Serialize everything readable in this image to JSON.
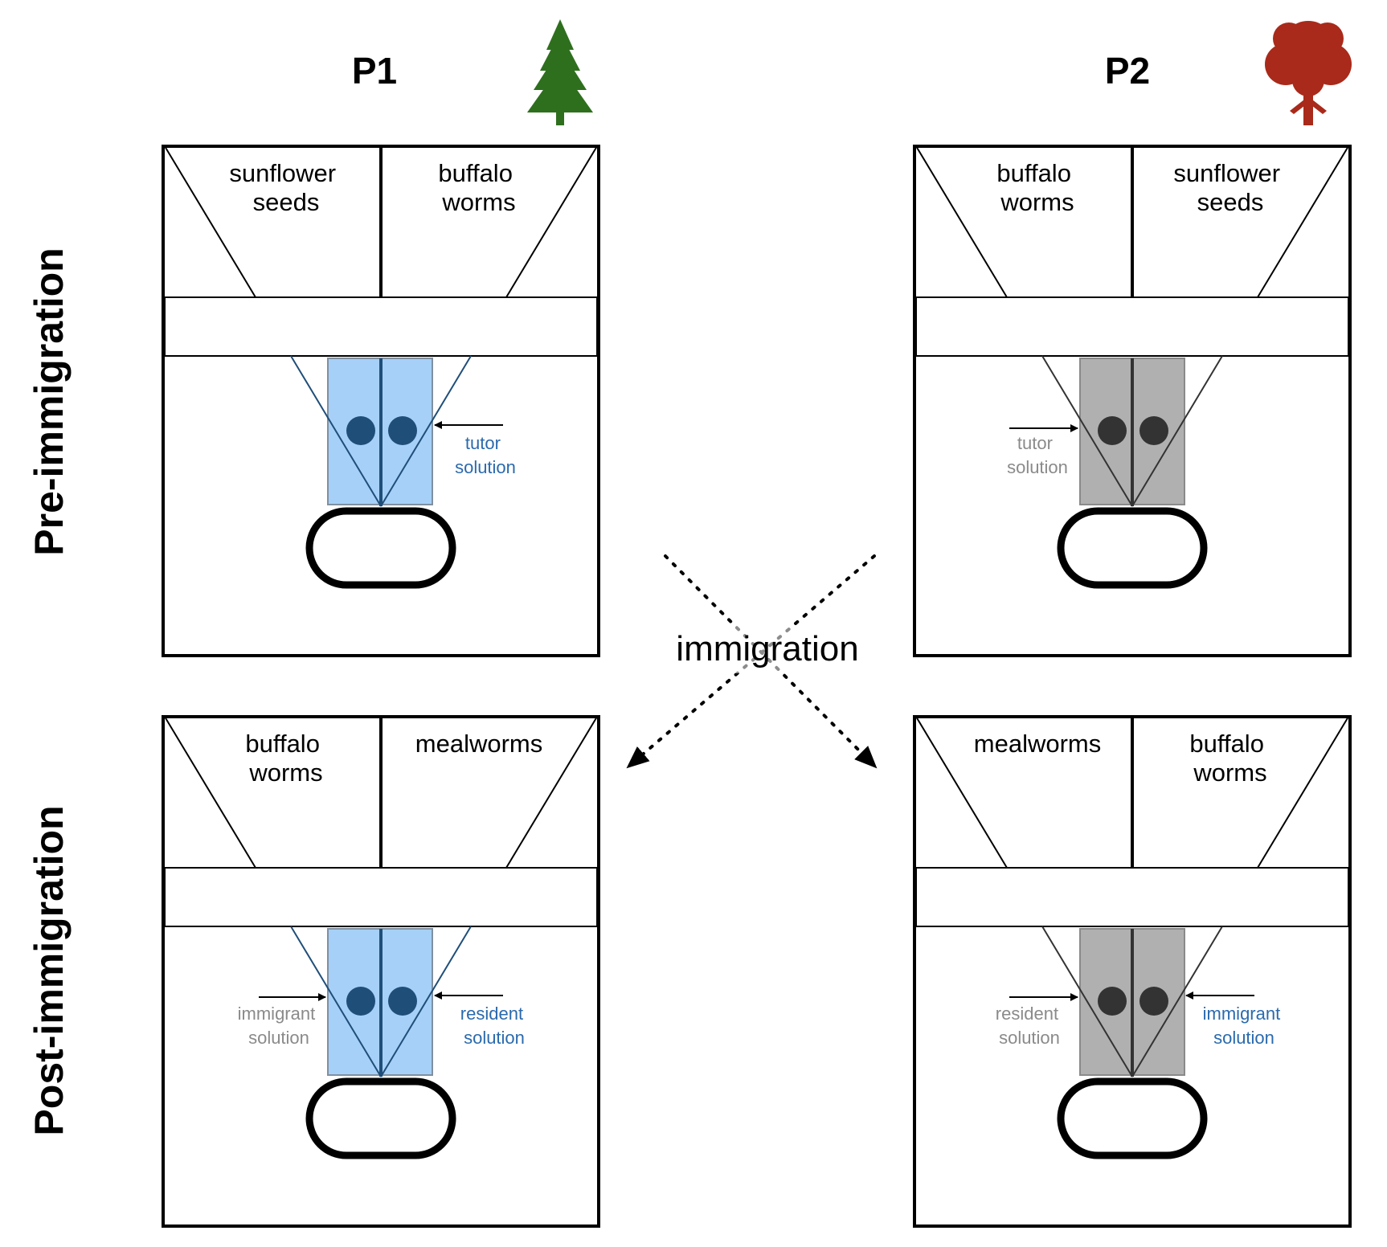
{
  "headers": {
    "p1": "P1",
    "p2": "P2"
  },
  "row_labels": {
    "pre": "Pre-immigration",
    "post": "Post-immigration"
  },
  "immigration_label": "immigration",
  "colors": {
    "blue_fill": "#a6d0f7",
    "blue_dark": "#1f4e79",
    "blue_text": "#2a6aad",
    "gray_fill": "#b0b0b0",
    "gray_dark": "#333333",
    "gray_text": "#8a8a8a",
    "tree_green": "#2e6f1e",
    "tree_red": "#a92a1a"
  },
  "panels": {
    "p1_pre": {
      "left_food": [
        "sunflower",
        "seeds"
      ],
      "right_food": [
        "buffalo",
        "worms"
      ],
      "right_note": [
        "tutor",
        "solution"
      ]
    },
    "p2_pre": {
      "left_food": [
        "buffalo",
        "worms"
      ],
      "right_food": [
        "sunflower",
        "seeds"
      ],
      "left_note": [
        "tutor",
        "solution"
      ]
    },
    "p1_post": {
      "left_food": [
        "buffalo",
        "worms"
      ],
      "right_food": [
        "mealworms"
      ],
      "left_note": [
        "immigrant",
        "solution"
      ],
      "right_note": [
        "resident",
        "solution"
      ]
    },
    "p2_post": {
      "left_food": [
        "mealworms"
      ],
      "right_food": [
        "buffalo",
        "worms"
      ],
      "left_note": [
        "resident",
        "solution"
      ],
      "right_note": [
        "immigrant",
        "solution"
      ]
    }
  }
}
